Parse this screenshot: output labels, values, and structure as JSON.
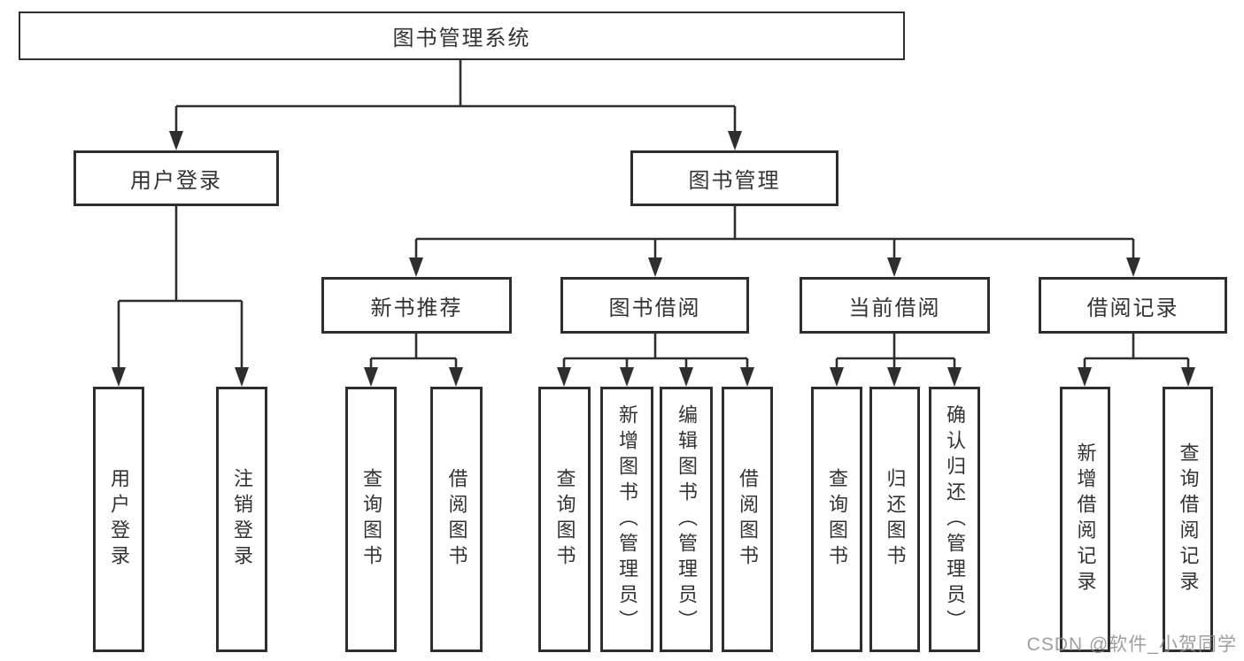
{
  "diagram": {
    "title_node": {
      "label": "图书管理系统"
    },
    "level2": [
      {
        "label": "用户登录"
      },
      {
        "label": "图书管理"
      }
    ],
    "level3": [
      {
        "label": "新书推荐"
      },
      {
        "label": "图书借阅"
      },
      {
        "label": "当前借阅"
      },
      {
        "label": "借阅记录"
      }
    ],
    "leaves": {
      "user_login": [
        {
          "label": "用户登录"
        },
        {
          "label": "注销登录"
        }
      ],
      "new_book": [
        {
          "label": "查询图书"
        },
        {
          "label": "借阅图书"
        }
      ],
      "book_borrow": [
        {
          "label": "查询图书"
        },
        {
          "label": "新增图书（管理员）"
        },
        {
          "label": "编辑图书（管理员）"
        },
        {
          "label": "借阅图书"
        }
      ],
      "current_borrow": [
        {
          "label": "查询图书"
        },
        {
          "label": "归还图书"
        },
        {
          "label": "确认归还（管理员）"
        }
      ],
      "borrow_record": [
        {
          "label": "新增借阅记录"
        },
        {
          "label": "查询借阅记录"
        }
      ]
    },
    "colors": {
      "line": "#2e2e2e",
      "text": "#333333",
      "background": "#ffffff",
      "watermark": "#8f8f8f"
    }
  },
  "watermark": {
    "text": "CSDN @软件_小贺同学"
  }
}
